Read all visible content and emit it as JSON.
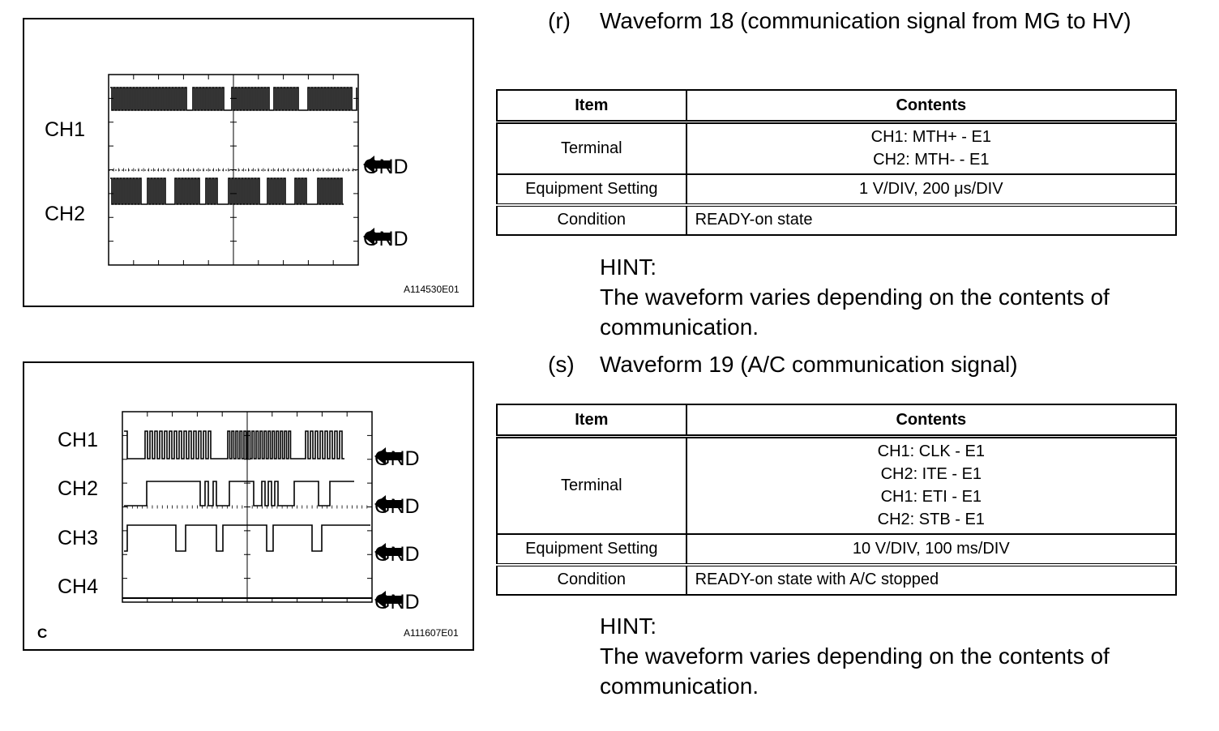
{
  "figure1": {
    "channels": [
      "CH1",
      "CH2"
    ],
    "gnd_label": "GND",
    "figure_id": "A114530E01"
  },
  "figure2": {
    "channels": [
      "CH1",
      "CH2",
      "CH3",
      "CH4"
    ],
    "gnd_label": "GND",
    "figure_id": "A111607E01",
    "corner_mark": "C"
  },
  "section_r": {
    "letter": "(r)",
    "title": "Waveform 18 (communication signal from MG to HV)",
    "table": {
      "headers": [
        "Item",
        "Contents"
      ],
      "rows": [
        {
          "item": "Terminal",
          "contents": [
            "CH1: MTH+ - E1",
            "CH2: MTH- - E1"
          ]
        },
        {
          "item": "Equipment Setting",
          "contents": [
            "1 V/DIV, 200 μs/DIV"
          ]
        },
        {
          "item": "Condition",
          "contents": [
            "READY-on state"
          ]
        }
      ]
    },
    "hint_label": "HINT:",
    "hint_text": "The waveform varies depending on the contents of communication."
  },
  "section_s": {
    "letter": "(s)",
    "title": "Waveform 19 (A/C communication signal)",
    "table": {
      "headers": [
        "Item",
        "Contents"
      ],
      "rows": [
        {
          "item": "Terminal",
          "contents": [
            "CH1: CLK - E1",
            "CH2: ITE - E1",
            "CH1: ETI - E1",
            "CH2: STB - E1"
          ]
        },
        {
          "item": "Equipment Setting",
          "contents": [
            "10 V/DIV, 100 ms/DIV"
          ]
        },
        {
          "item": "Condition",
          "contents": [
            "READY-on state with A/C stopped"
          ]
        }
      ]
    },
    "hint_label": "HINT:",
    "hint_text": "The waveform varies depending on the contents of communication."
  }
}
